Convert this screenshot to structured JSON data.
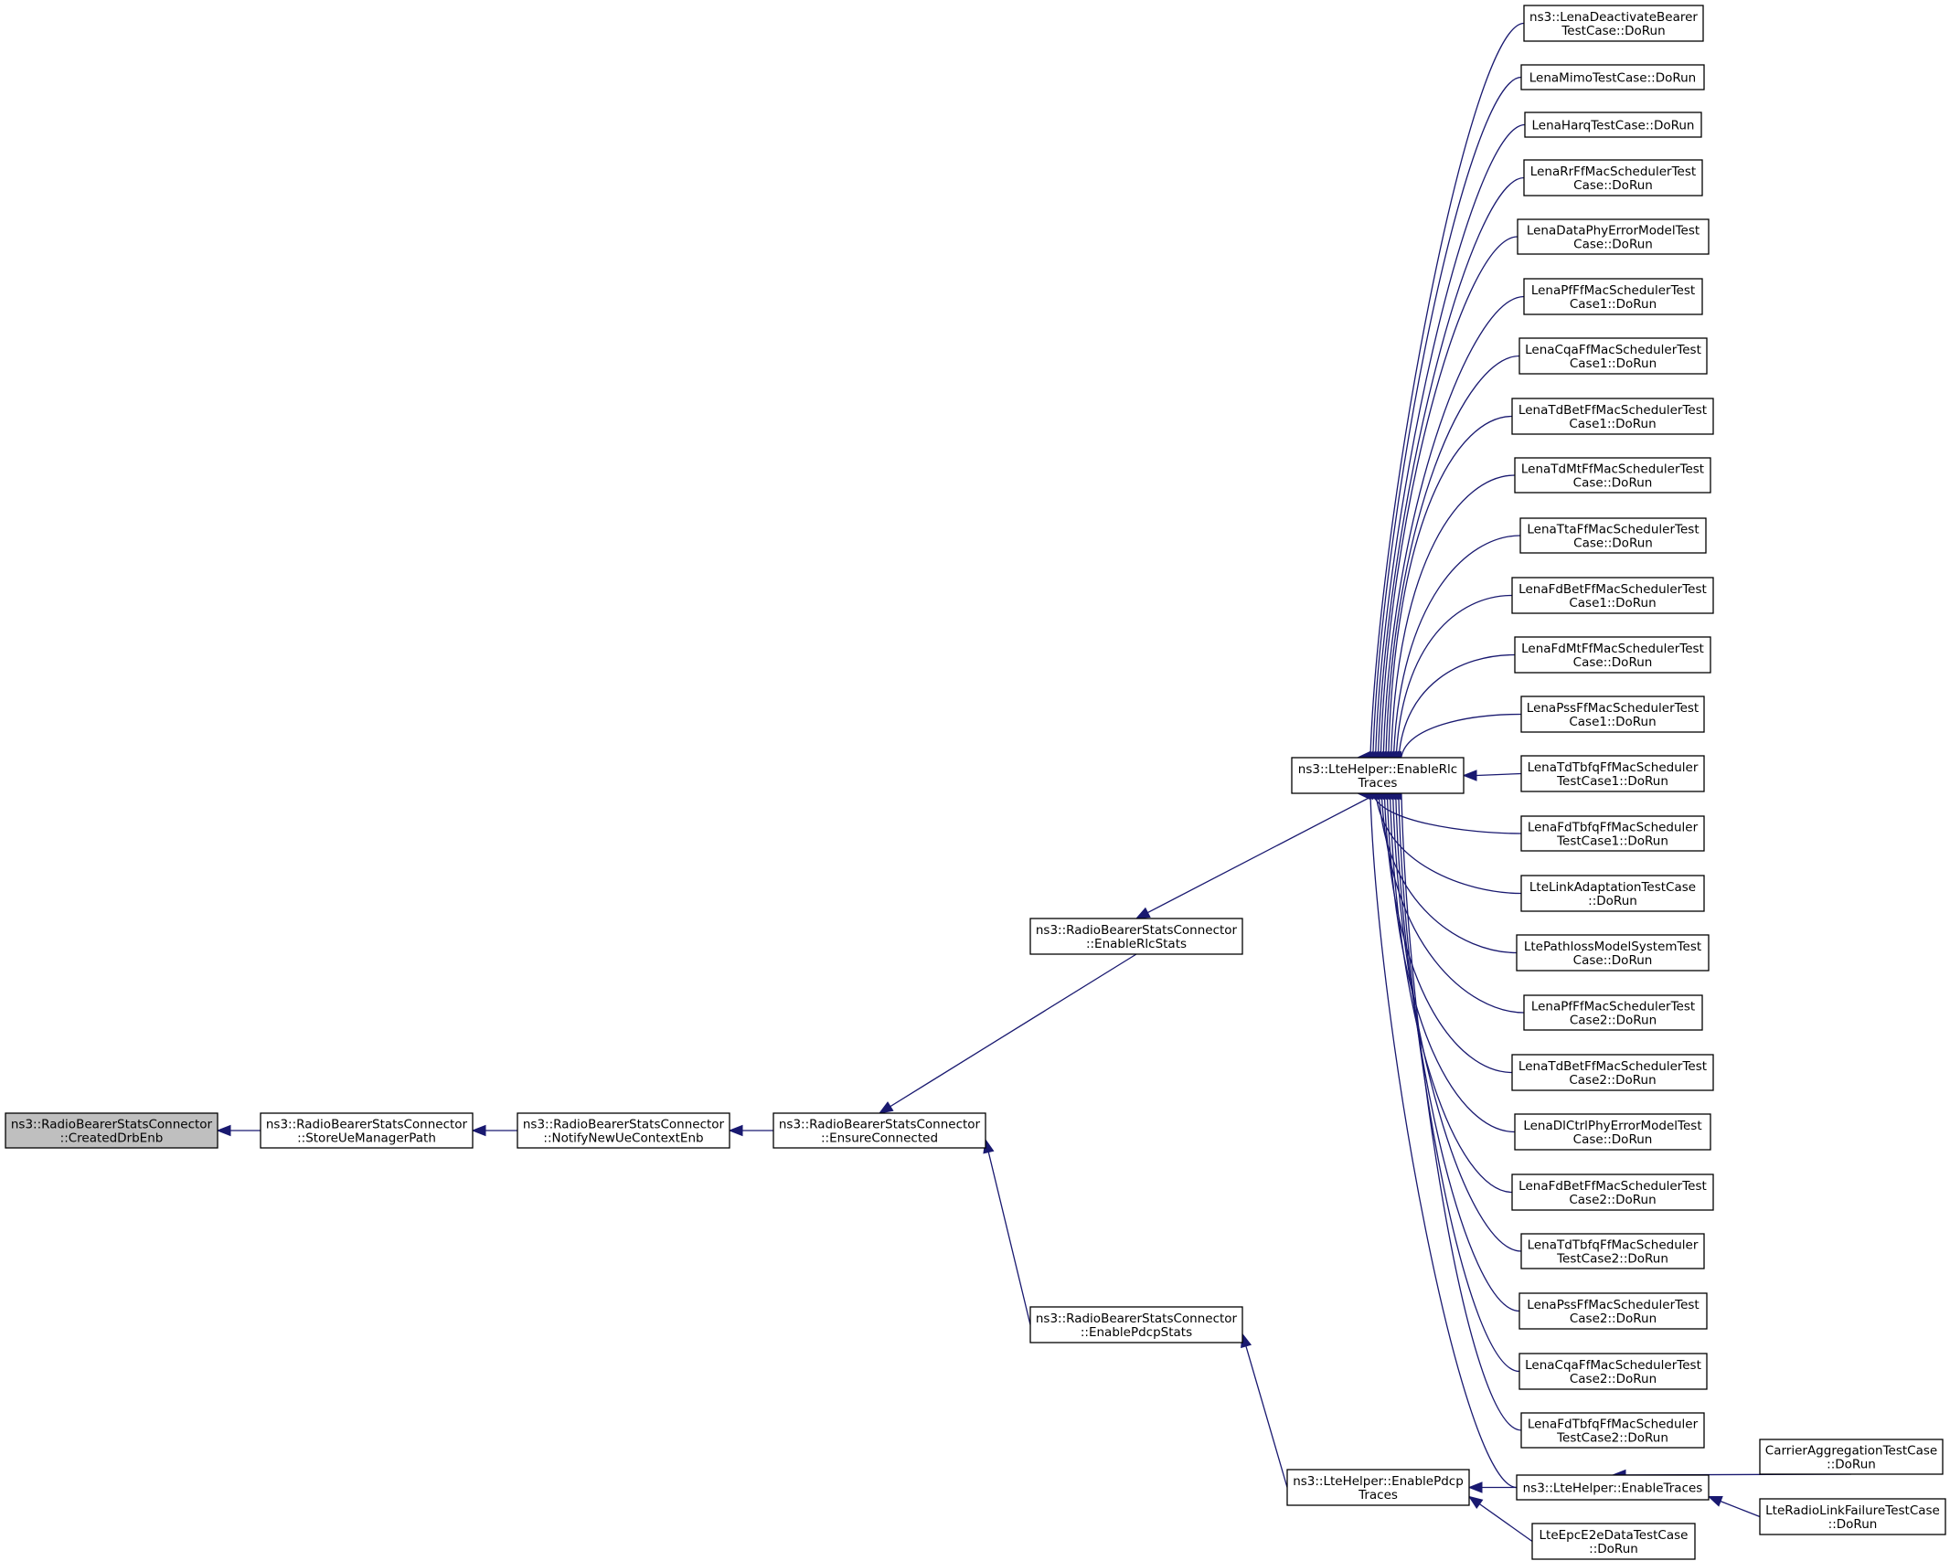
{
  "colors": {
    "edge": "#191970",
    "node_fill": "#ffffff",
    "focus_fill": "#bfbfbf",
    "node_border": "#000000"
  },
  "nodes": [
    {
      "id": "created-drb-enb",
      "lines": [
        "ns3::RadioBearerStatsConnector",
        "::CreatedDrbEnb"
      ],
      "focus": true
    },
    {
      "id": "store-ue-manager-path",
      "lines": [
        "ns3::RadioBearerStatsConnector",
        "::StoreUeManagerPath"
      ]
    },
    {
      "id": "notify-new-ue-context-enb",
      "lines": [
        "ns3::RadioBearerStatsConnector",
        "::NotifyNewUeContextEnb"
      ]
    },
    {
      "id": "ensure-connected",
      "lines": [
        "ns3::RadioBearerStatsConnector",
        "::EnsureConnected"
      ]
    },
    {
      "id": "enable-rlc-stats",
      "lines": [
        "ns3::RadioBearerStatsConnector",
        "::EnableRlcStats"
      ]
    },
    {
      "id": "enable-pdcp-stats",
      "lines": [
        "ns3::RadioBearerStatsConnector",
        "::EnablePdcpStats"
      ]
    },
    {
      "id": "lte-helper-enable-rlc-traces",
      "lines": [
        "ns3::LteHelper::EnableRlc",
        "Traces"
      ]
    },
    {
      "id": "lte-helper-enable-pdcp-traces",
      "lines": [
        "ns3::LteHelper::EnablePdcp",
        "Traces"
      ]
    },
    {
      "id": "lte-helper-enable-traces",
      "lines": [
        "ns3::LteHelper::EnableTraces"
      ]
    },
    {
      "id": "lte-epc-e2e-data-test",
      "lines": [
        "LteEpcE2eDataTestCase",
        "::DoRun"
      ]
    },
    {
      "id": "carrier-aggregation-test",
      "lines": [
        "CarrierAggregationTestCase",
        "::DoRun"
      ]
    },
    {
      "id": "lte-radio-link-failure-test",
      "lines": [
        "LteRadioLinkFailureTestCase",
        "::DoRun"
      ]
    },
    {
      "id": "lena-deactivate-bearer",
      "lines": [
        "ns3::LenaDeactivateBearer",
        "TestCase::DoRun"
      ]
    },
    {
      "id": "lena-mimo",
      "lines": [
        "LenaMimoTestCase::DoRun"
      ]
    },
    {
      "id": "lena-harq",
      "lines": [
        "LenaHarqTestCase::DoRun"
      ]
    },
    {
      "id": "lena-rr-ff",
      "lines": [
        "LenaRrFfMacSchedulerTest",
        "Case::DoRun"
      ]
    },
    {
      "id": "lena-data-phy-error",
      "lines": [
        "LenaDataPhyErrorModelTest",
        "Case::DoRun"
      ]
    },
    {
      "id": "lena-pf-ff-1",
      "lines": [
        "LenaPfFfMacSchedulerTest",
        "Case1::DoRun"
      ]
    },
    {
      "id": "lena-cqa-ff-1",
      "lines": [
        "LenaCqaFfMacSchedulerTest",
        "Case1::DoRun"
      ]
    },
    {
      "id": "lena-td-bet-ff-1",
      "lines": [
        "LenaTdBetFfMacSchedulerTest",
        "Case1::DoRun"
      ]
    },
    {
      "id": "lena-td-mt-ff",
      "lines": [
        "LenaTdMtFfMacSchedulerTest",
        "Case::DoRun"
      ]
    },
    {
      "id": "lena-tta-ff",
      "lines": [
        "LenaTtaFfMacSchedulerTest",
        "Case::DoRun"
      ]
    },
    {
      "id": "lena-fd-bet-ff-1",
      "lines": [
        "LenaFdBetFfMacSchedulerTest",
        "Case1::DoRun"
      ]
    },
    {
      "id": "lena-fd-mt-ff",
      "lines": [
        "LenaFdMtFfMacSchedulerTest",
        "Case::DoRun"
      ]
    },
    {
      "id": "lena-pss-ff-1",
      "lines": [
        "LenaPssFfMacSchedulerTest",
        "Case1::DoRun"
      ]
    },
    {
      "id": "lena-td-tbfq-ff-1",
      "lines": [
        "LenaTdTbfqFfMacScheduler",
        "TestCase1::DoRun"
      ]
    },
    {
      "id": "lena-fd-tbfq-ff-1",
      "lines": [
        "LenaFdTbfqFfMacScheduler",
        "TestCase1::DoRun"
      ]
    },
    {
      "id": "lte-link-adaptation",
      "lines": [
        "LteLinkAdaptationTestCase",
        "::DoRun"
      ]
    },
    {
      "id": "lte-pathloss-model-system",
      "lines": [
        "LtePathlossModelSystemTest",
        "Case::DoRun"
      ]
    },
    {
      "id": "lena-pf-ff-2",
      "lines": [
        "LenaPfFfMacSchedulerTest",
        "Case2::DoRun"
      ]
    },
    {
      "id": "lena-td-bet-ff-2",
      "lines": [
        "LenaTdBetFfMacSchedulerTest",
        "Case2::DoRun"
      ]
    },
    {
      "id": "lena-dl-ctrl-phy-error",
      "lines": [
        "LenaDlCtrlPhyErrorModelTest",
        "Case::DoRun"
      ]
    },
    {
      "id": "lena-fd-bet-ff-2",
      "lines": [
        "LenaFdBetFfMacSchedulerTest",
        "Case2::DoRun"
      ]
    },
    {
      "id": "lena-td-tbfq-ff-2",
      "lines": [
        "LenaTdTbfqFfMacScheduler",
        "TestCase2::DoRun"
      ]
    },
    {
      "id": "lena-pss-ff-2",
      "lines": [
        "LenaPssFfMacSchedulerTest",
        "Case2::DoRun"
      ]
    },
    {
      "id": "lena-cqa-ff-2",
      "lines": [
        "LenaCqaFfMacSchedulerTest",
        "Case2::DoRun"
      ]
    },
    {
      "id": "lena-fd-tbfq-ff-2",
      "lines": [
        "LenaFdTbfqFfMacScheduler",
        "TestCase2::DoRun"
      ]
    }
  ],
  "edges": [
    {
      "from": "store-ue-manager-path",
      "to": "created-drb-enb"
    },
    {
      "from": "notify-new-ue-context-enb",
      "to": "store-ue-manager-path"
    },
    {
      "from": "ensure-connected",
      "to": "notify-new-ue-context-enb"
    },
    {
      "from": "enable-rlc-stats",
      "to": "ensure-connected"
    },
    {
      "from": "enable-pdcp-stats",
      "to": "ensure-connected"
    },
    {
      "from": "lte-helper-enable-rlc-traces",
      "to": "enable-rlc-stats"
    },
    {
      "from": "lte-helper-enable-pdcp-traces",
      "to": "enable-pdcp-stats"
    },
    {
      "from": "lte-helper-enable-traces",
      "to": "lte-helper-enable-pdcp-traces"
    },
    {
      "from": "lte-epc-e2e-data-test",
      "to": "lte-helper-enable-pdcp-traces"
    },
    {
      "from": "carrier-aggregation-test",
      "to": "lte-helper-enable-traces"
    },
    {
      "from": "lte-radio-link-failure-test",
      "to": "lte-helper-enable-traces"
    },
    {
      "from": "lte-helper-enable-traces",
      "to": "lte-helper-enable-rlc-traces"
    },
    {
      "from": "lena-deactivate-bearer",
      "to": "lte-helper-enable-rlc-traces"
    },
    {
      "from": "lena-mimo",
      "to": "lte-helper-enable-rlc-traces"
    },
    {
      "from": "lena-harq",
      "to": "lte-helper-enable-rlc-traces"
    },
    {
      "from": "lena-rr-ff",
      "to": "lte-helper-enable-rlc-traces"
    },
    {
      "from": "lena-data-phy-error",
      "to": "lte-helper-enable-rlc-traces"
    },
    {
      "from": "lena-pf-ff-1",
      "to": "lte-helper-enable-rlc-traces"
    },
    {
      "from": "lena-cqa-ff-1",
      "to": "lte-helper-enable-rlc-traces"
    },
    {
      "from": "lena-td-bet-ff-1",
      "to": "lte-helper-enable-rlc-traces"
    },
    {
      "from": "lena-td-mt-ff",
      "to": "lte-helper-enable-rlc-traces"
    },
    {
      "from": "lena-tta-ff",
      "to": "lte-helper-enable-rlc-traces"
    },
    {
      "from": "lena-fd-bet-ff-1",
      "to": "lte-helper-enable-rlc-traces"
    },
    {
      "from": "lena-fd-mt-ff",
      "to": "lte-helper-enable-rlc-traces"
    },
    {
      "from": "lena-pss-ff-1",
      "to": "lte-helper-enable-rlc-traces"
    },
    {
      "from": "lena-td-tbfq-ff-1",
      "to": "lte-helper-enable-rlc-traces"
    },
    {
      "from": "lena-fd-tbfq-ff-1",
      "to": "lte-helper-enable-rlc-traces"
    },
    {
      "from": "lte-link-adaptation",
      "to": "lte-helper-enable-rlc-traces"
    },
    {
      "from": "lte-pathloss-model-system",
      "to": "lte-helper-enable-rlc-traces"
    },
    {
      "from": "lena-pf-ff-2",
      "to": "lte-helper-enable-rlc-traces"
    },
    {
      "from": "lena-td-bet-ff-2",
      "to": "lte-helper-enable-rlc-traces"
    },
    {
      "from": "lena-dl-ctrl-phy-error",
      "to": "lte-helper-enable-rlc-traces"
    },
    {
      "from": "lena-fd-bet-ff-2",
      "to": "lte-helper-enable-rlc-traces"
    },
    {
      "from": "lena-td-tbfq-ff-2",
      "to": "lte-helper-enable-rlc-traces"
    },
    {
      "from": "lena-pss-ff-2",
      "to": "lte-helper-enable-rlc-traces"
    },
    {
      "from": "lena-cqa-ff-2",
      "to": "lte-helper-enable-rlc-traces"
    },
    {
      "from": "lena-fd-tbfq-ff-2",
      "to": "lte-helper-enable-rlc-traces"
    }
  ]
}
